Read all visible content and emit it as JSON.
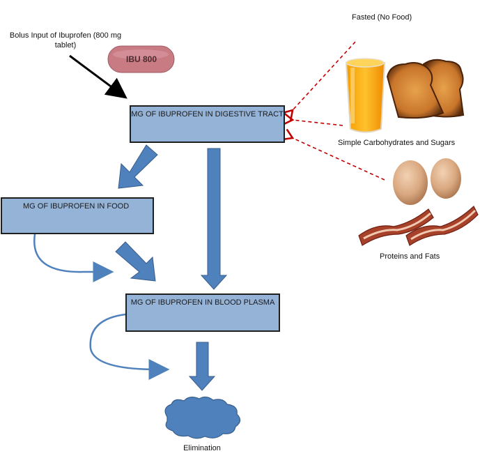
{
  "input_label": "Bolus Input of Ibuprofen (800 mg tablet)",
  "pill_text": "IBU 800",
  "boxes": {
    "digestive": "MG OF IBUPROFEN IN DIGESTIVE TRACT",
    "food": "MG OF IBUPROFEN IN FOOD",
    "plasma": "MG OF IBUPROFEN IN BLOOD PLASMA"
  },
  "food_labels": {
    "fasted": "Fasted (No Food)",
    "carbs": "Simple Carbohydrates and Sugars",
    "proteins": "Proteins and Fats"
  },
  "elimination_label": "Elimination",
  "colors": {
    "box_fill": "#95B3D7",
    "arrow_fill": "#4F81BD",
    "arrow_stroke": "#385D8A",
    "dashed_arrow": "#C00000",
    "pill": "#C97B84"
  }
}
